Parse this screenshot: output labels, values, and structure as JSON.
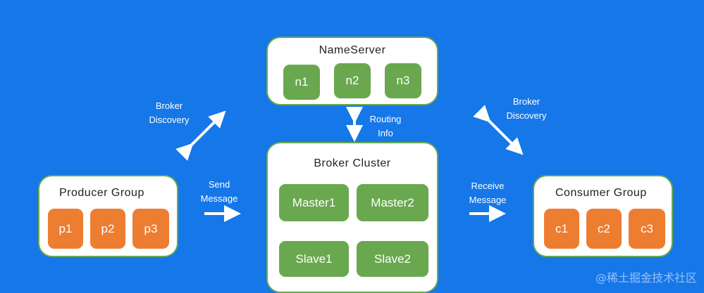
{
  "nameserver": {
    "title": "NameServer",
    "nodes": [
      "n1",
      "n2",
      "n3"
    ]
  },
  "broker_cluster": {
    "title": "Broker  Cluster",
    "masters": [
      "Master1",
      "Master2"
    ],
    "slaves": [
      "Slave1",
      "Slave2"
    ]
  },
  "producer_group": {
    "title": "Producer  Group",
    "nodes": [
      "p1",
      "p2",
      "p3"
    ]
  },
  "consumer_group": {
    "title": "Consumer  Group",
    "nodes": [
      "c1",
      "c2",
      "c3"
    ]
  },
  "labels": {
    "broker_discovery_left": [
      "Broker",
      "Discovery"
    ],
    "broker_discovery_right": [
      "Broker",
      "Discovery"
    ],
    "routing_info": [
      "Routing",
      "Info"
    ],
    "send_message": [
      "Send",
      "Message"
    ],
    "receive_message": [
      "Receive",
      "Message"
    ]
  },
  "watermark": "@稀土掘金技术社区",
  "colors": {
    "background": "#1677e8",
    "green": "#6aa84f",
    "orange": "#ed7d31",
    "arrow": "#ffffff"
  }
}
